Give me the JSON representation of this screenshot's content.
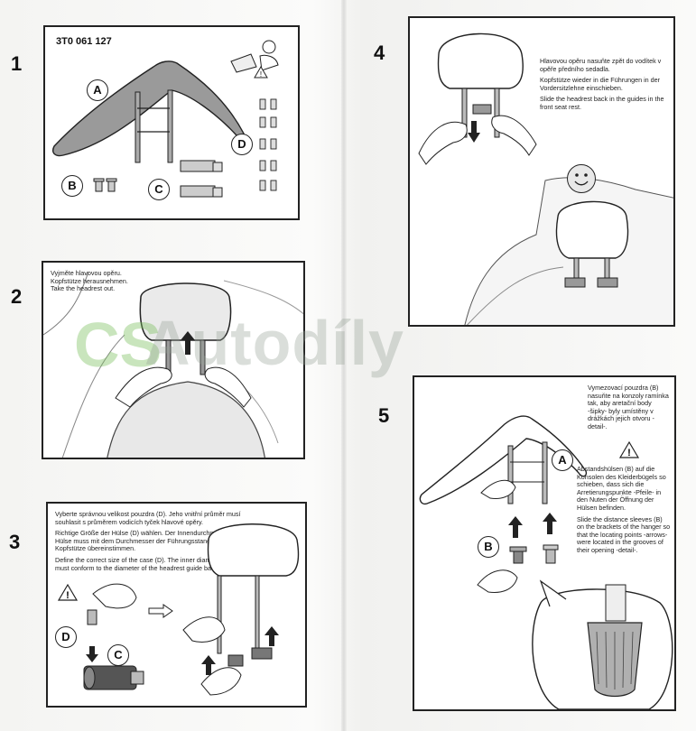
{
  "steps": {
    "s1": "1",
    "s2": "2",
    "s3": "3",
    "s4": "4",
    "s5": "5"
  },
  "panel1": {
    "part_number": "3T0 061 127",
    "label_a": "A",
    "label_b": "B",
    "label_c": "C",
    "label_d": "D"
  },
  "panel2": {
    "text_cz": "Vyjměte hlavovou opěru.",
    "text_de": "Kopfstütze herausnehmen.",
    "text_en": "Take the headrest out."
  },
  "panel3": {
    "text_cz": "Vyberte správnou velikost pouzdra (D). Jeho vnitřní průměr musí souhlasit s průměrem vodicích tyček hlavové opěry.",
    "text_de": "Richtige Größe der Hülse (D) wählen. Der Innendurchmesser der Hülse muss mit dem Durchmesser der Führungsstangen der Kopfstütze übereinstimmen.",
    "text_en": "Define the correct size of the case (D). The inner diameter of it must conform to the diameter of the headrest guide bars.",
    "label_c": "C",
    "label_d": "D"
  },
  "panel4": {
    "text_cz": "Hlavovou opěru nasuňte zpět do vodítek v opěře předního sedadla.",
    "text_de": "Kopfstütze wieder in die Führungen in der Vordersitzlehne einschieben.",
    "text_en": "Slide the headrest back in the guides in the front seat rest."
  },
  "panel5": {
    "text_cz": "Vymezovací pouzdra (B) nasuňte na konzoly ramínka tak, aby aretační body -šipky- byly umístěny v drážkách jejich otvoru -detail-.",
    "text_de": "Abstandshülsen (B) auf die Konsolen des Kleiderbügels so schieben, dass sich die Arretierungspunkte -Pfeile- in den Nuten der Öffnung der Hülsen befinden.",
    "text_en": "Slide the distance sleeves (B) on the brackets of the hanger so that the locating points -arrows- were located in the grooves of their opening -detail-.",
    "label_a": "A",
    "label_b": "B"
  },
  "watermark": {
    "logo_text": "CS",
    "text": "Autodíly"
  },
  "icons": [
    "warning-triangle-icon",
    "smiley-icon",
    "arrow-up-icon",
    "arrow-down-icon",
    "arrow-right-icon"
  ]
}
